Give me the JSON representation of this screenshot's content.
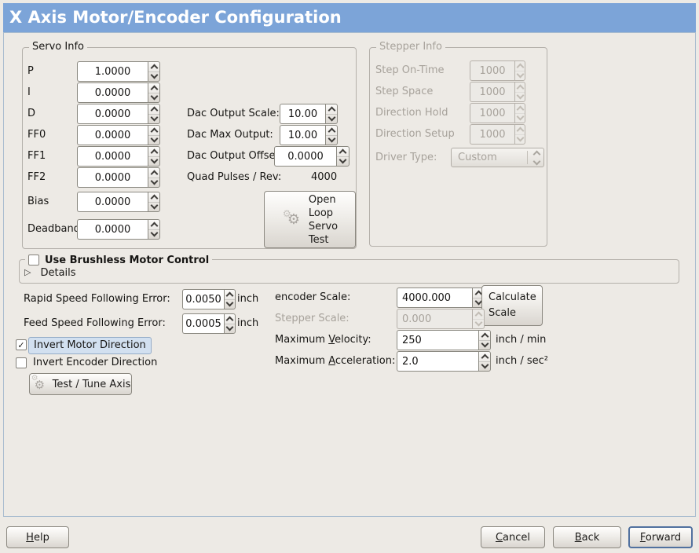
{
  "window": {
    "title": "X Axis Motor/Encoder Configuration"
  },
  "colors": {
    "titlebar_blue": "#7ca4d8",
    "panel_border": "#a9bccf",
    "selection_highlight": "#d2e0f0",
    "focus_border": "#51719f",
    "disabled_text": "#a7a29b"
  },
  "icons": {
    "check": "✓",
    "gear": "⚙",
    "expander_collapsed": "▷"
  },
  "servo_info": {
    "legend": "Servo Info",
    "fields": [
      {
        "label": "P",
        "value": "1.0000"
      },
      {
        "label": "I",
        "value": "0.0000"
      },
      {
        "label": "D",
        "value": "0.0000"
      },
      {
        "label": "FF0",
        "value": "0.0000"
      },
      {
        "label": "FF1",
        "value": "0.0000"
      },
      {
        "label": "FF2",
        "value": "0.0000"
      },
      {
        "label": "Bias",
        "value": "0.0000"
      },
      {
        "label": "Deadband",
        "value": "0.0000"
      }
    ]
  },
  "dac": {
    "output_scale_label": "Dac Output Scale:",
    "output_scale_value": "10.00",
    "max_output_label": "Dac Max Output:",
    "max_output_value": "10.00",
    "output_offset_label": "Dac Output Offset:",
    "output_offset_value": "0.0000",
    "quad_pulses_label": "Quad Pulses / Rev:",
    "quad_pulses_value": "4000",
    "open_loop_button": "Open\nLoop\nServo\nTest"
  },
  "stepper_info": {
    "legend": "Stepper Info",
    "disabled": true,
    "fields": [
      {
        "label": "Step On-Time",
        "value": "1000"
      },
      {
        "label": "Step Space",
        "value": "1000"
      },
      {
        "label": "Direction Hold",
        "value": "1000"
      },
      {
        "label": "Direction Setup",
        "value": "1000"
      }
    ],
    "driver_type_label": "Driver Type:",
    "driver_type_value": "Custom"
  },
  "brushless": {
    "checkbox_label": "Use Brushless Motor Control",
    "checked": false,
    "details_label": "Details"
  },
  "following_error": {
    "rapid_label": "Rapid Speed Following Error:",
    "rapid_value": "0.0050",
    "rapid_unit": "inch",
    "feed_label": "Feed Speed Following Error:",
    "feed_value": "0.0005",
    "feed_unit": "inch"
  },
  "options": {
    "invert_motor_label": "Invert Motor Direction",
    "invert_motor_checked": true,
    "invert_encoder_label": "Invert Encoder Direction",
    "invert_encoder_checked": false,
    "test_tune_button": "Test / Tune Axis"
  },
  "scales": {
    "encoder_label": "encoder Scale:",
    "encoder_value": "4000.000",
    "stepper_label": "Stepper Scale:",
    "stepper_value": "0.000",
    "calculate_button": "Calculate\nScale",
    "velocity_pre": "Maximum ",
    "velocity_key": "V",
    "velocity_post": "elocity:",
    "velocity_value": "250",
    "velocity_unit": "inch / min",
    "accel_pre": "Maximum ",
    "accel_key": "A",
    "accel_post": "cceleration:",
    "accel_value": "2.0",
    "accel_unit": "inch / sec²"
  },
  "footer": {
    "help_key": "H",
    "help_post": "elp",
    "cancel_key": "C",
    "cancel_post": "ancel",
    "back_key": "B",
    "back_post": "ack",
    "forward_key": "F",
    "forward_post": "orward"
  }
}
